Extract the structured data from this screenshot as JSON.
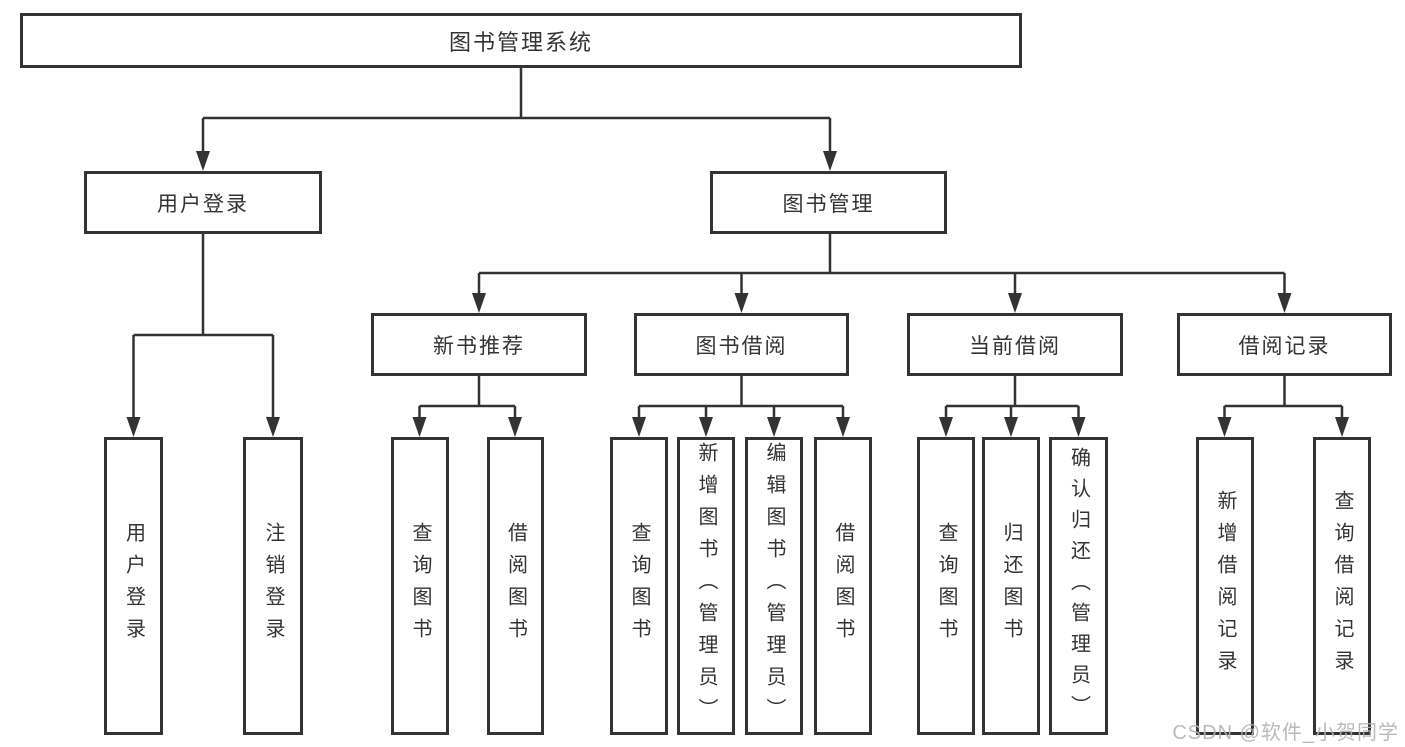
{
  "tree": {
    "label": "图书管理系统",
    "children": [
      {
        "label": "用户登录",
        "children": [
          {
            "label": "用户登录"
          },
          {
            "label": "注销登录"
          }
        ]
      },
      {
        "label": "图书管理",
        "children": [
          {
            "label": "新书推荐",
            "children": [
              {
                "label": "查询图书"
              },
              {
                "label": "借阅图书"
              }
            ]
          },
          {
            "label": "图书借阅",
            "children": [
              {
                "label": "查询图书"
              },
              {
                "label": "新增图书（管理员）"
              },
              {
                "label": "编辑图书（管理员）"
              },
              {
                "label": "借阅图书"
              }
            ]
          },
          {
            "label": "当前借阅",
            "children": [
              {
                "label": "查询图书"
              },
              {
                "label": "归还图书"
              },
              {
                "label": "确认归还（管理员）"
              }
            ]
          },
          {
            "label": "借阅记录",
            "children": [
              {
                "label": "新增借阅记录"
              },
              {
                "label": "查询借阅记录"
              }
            ]
          }
        ]
      }
    ]
  },
  "watermark": {
    "text": "CSDN @软件_小贺同学"
  },
  "colors": {
    "line": "#333333",
    "box_border": "#333333",
    "box_background": "#ffffff",
    "text": "#333333",
    "watermark": "#b3b3b3",
    "background": "#ffffff"
  }
}
